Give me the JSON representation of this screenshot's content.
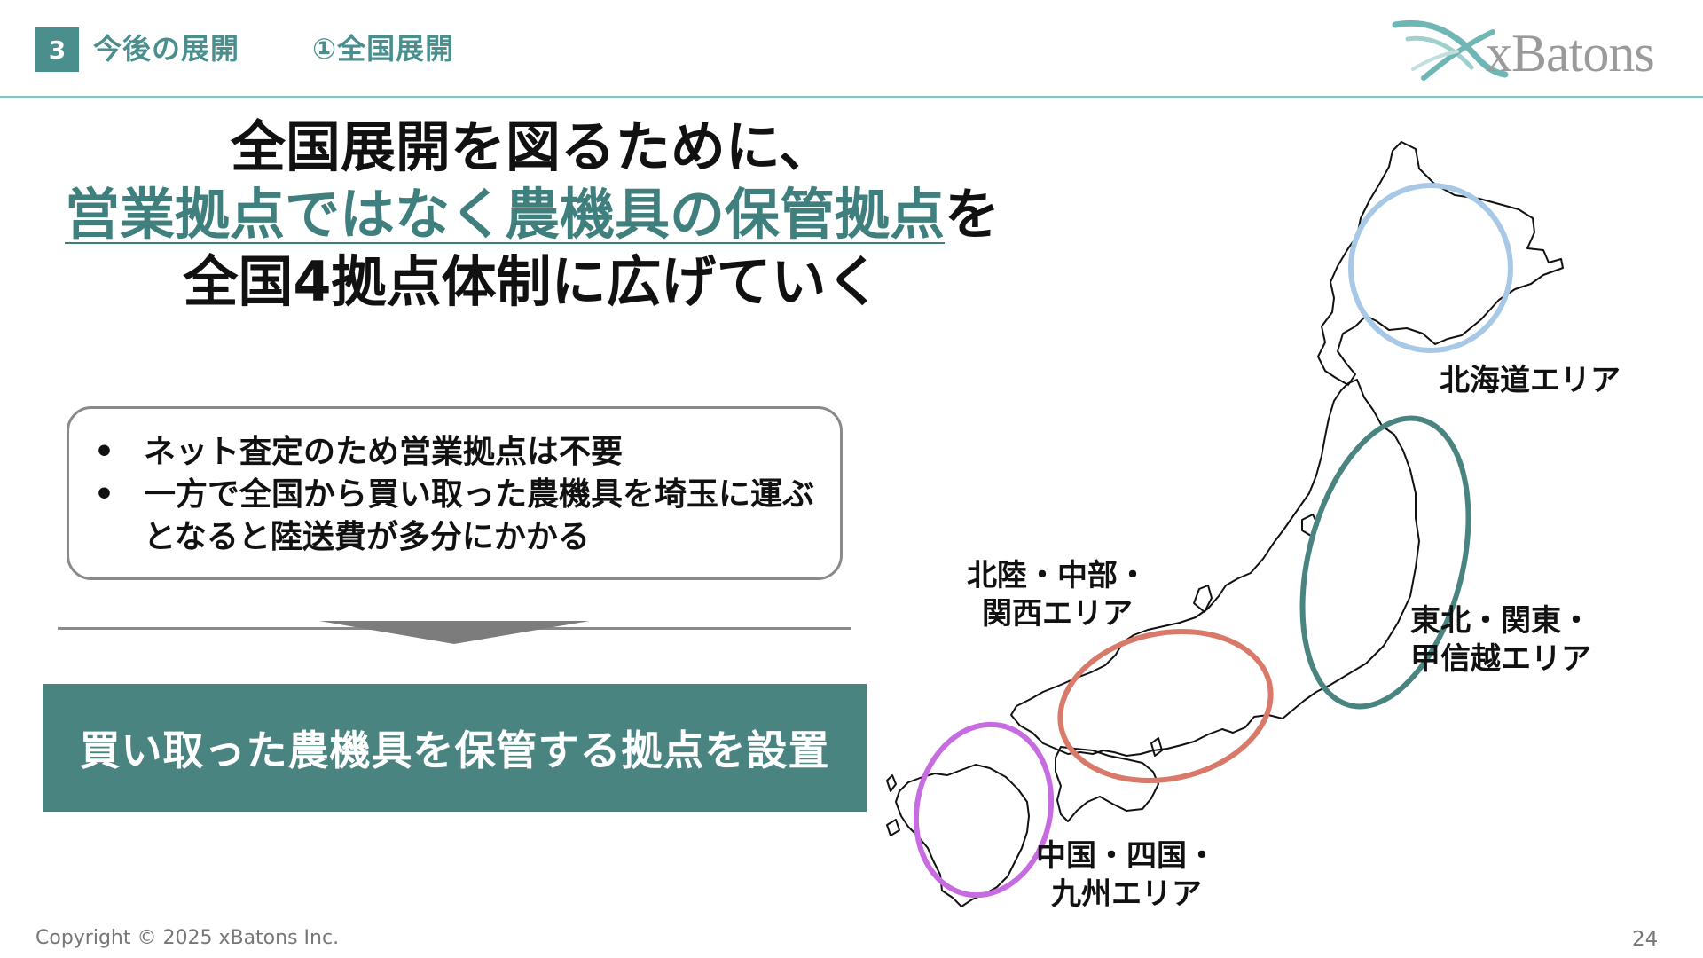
{
  "header": {
    "section_number": "3",
    "title": "今後の展開",
    "subtitle": "①全国展開"
  },
  "logo": {
    "text": "xBatons",
    "color": "#9a9a9a",
    "mark_color": "#6fb6b4"
  },
  "headline": {
    "line1": "全国展開を図るために、",
    "line2_highlight": "営業拠点ではなく農機具の保管拠点",
    "line2_suffix": "を",
    "line3": "全国4拠点体制に広げていく"
  },
  "reasons": [
    "ネット査定のため営業拠点は不要",
    "一方で全国から買い取った農機具を埼玉に運ぶとなると陸送費が多分にかかる"
  ],
  "conclusion": "買い取った農機具を保管する拠点を設置",
  "map": {
    "regions": [
      {
        "name": "hokkaido",
        "label_lines": [
          "北海道エリア"
        ],
        "color": "#a7c8e6"
      },
      {
        "name": "tohoku",
        "label_lines": [
          "東北・関東・",
          "甲信越エリア"
        ],
        "color": "#4a8480"
      },
      {
        "name": "kansai",
        "label_lines": [
          "北陸・中部・",
          "関西エリア"
        ],
        "color": "#d9796a"
      },
      {
        "name": "kyushu",
        "label_lines": [
          "中国・四国・",
          "九州エリア"
        ],
        "color": "#c66be0"
      }
    ]
  },
  "footer": {
    "copyright": "Copyright © 2025 xBatons Inc.",
    "page_number": "24"
  },
  "colors": {
    "accent": "#4a8f8d",
    "rule": "#86c0c0",
    "conclusion_bg": "#4a8480"
  }
}
